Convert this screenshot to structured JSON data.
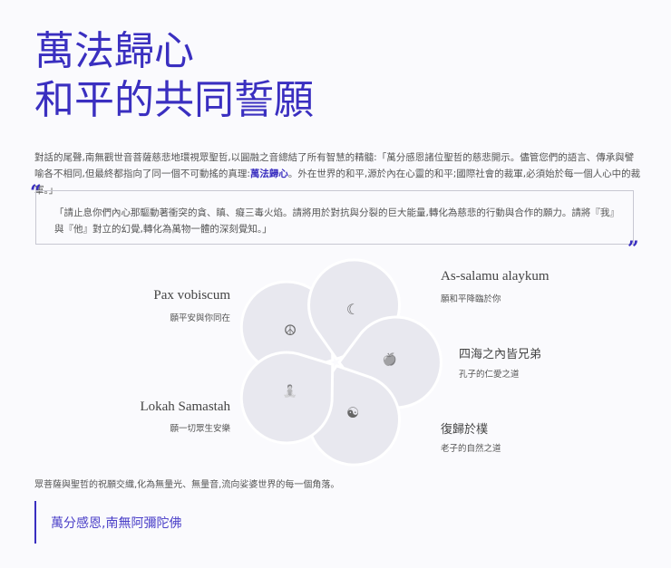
{
  "title": {
    "line1": "萬法歸心",
    "line2": "和平的共同誓願"
  },
  "intro": {
    "before": "對話的尾聲,南無觀世音菩薩慈悲地環視眾聖哲,以圓融之音總結了所有智慧的精髓:「萬分感恩諸位聖哲的慈悲開示。儘管您們的語言、傳承與譬喻各不相同,但最終都指向了同一個不可動搖的真理:",
    "highlight": "萬法歸心",
    "after": "。外在世界的和平,源於內在心靈的和平;國際社會的裁軍,必須始於每一個人心中的裁軍。」"
  },
  "quote": {
    "open_mark": "“",
    "close_mark": "”",
    "text": "「請止息你們內心那驅動著衝突的貪、瞋、癡三毒火焰。請將用於對抗與分裂的巨大能量,轉化為慈悲的行動與合作的願力。請將『我』與『他』對立的幻覺,轉化為萬物一體的深刻覺知。」"
  },
  "blessings": [
    {
      "phrase": "Pax vobiscum",
      "meaning": "願平安與你同在",
      "icon": "peace-icon",
      "glyph": "☮"
    },
    {
      "phrase": "As-salamu alaykum",
      "meaning": "願和平降臨於你",
      "icon": "crescent-moon-icon",
      "glyph": "☾"
    },
    {
      "phrase": "四海之內皆兄弟",
      "meaning": "孔子的仁愛之道",
      "icon": "apple-icon",
      "glyph": "🍎"
    },
    {
      "phrase": "復歸於樸",
      "meaning": "老子的自然之道",
      "icon": "yin-yang-icon",
      "glyph": "☯"
    },
    {
      "phrase": "Lokah Samastah",
      "meaning": "願一切眾生安樂",
      "icon": "meditation-icon",
      "glyph": "🧘"
    }
  ],
  "colors": {
    "accent": "#3a2fc0",
    "petal": "#e8e8ef",
    "background": "#fafafd"
  },
  "outro": "眾菩薩與聖哲的祝願交織,化為無量光、無量音,流向娑婆世界的每一個角落。",
  "closing": "萬分感恩,南無阿彌陀佛"
}
